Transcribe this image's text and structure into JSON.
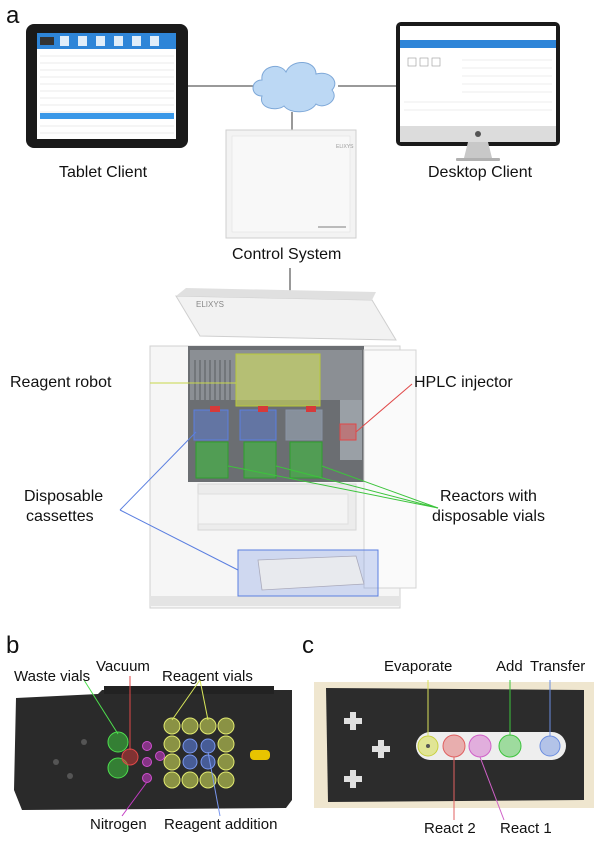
{
  "panels": {
    "a": "a",
    "b": "b",
    "c": "c"
  },
  "panel_a": {
    "tablet_label": "Tablet Client",
    "desktop_label": "Desktop Client",
    "control_label": "Control System",
    "reagent_robot": "Reagent robot",
    "hplc_injector": "HPLC injector",
    "disposable_cassettes_1": "Disposable",
    "disposable_cassettes_2": "cassettes",
    "reactors_1": "Reactors with",
    "reactors_2": "disposable vials",
    "brand": "ELIXYS"
  },
  "panel_b": {
    "vacuum": "Vacuum",
    "waste_vials": "Waste vials",
    "reagent_vials": "Reagent vials",
    "nitrogen": "Nitrogen",
    "reagent_addition": "Reagent addition"
  },
  "panel_c": {
    "evaporate": "Evaporate",
    "add": "Add",
    "transfer": "Transfer",
    "react2": "React 2",
    "react1": "React 1"
  },
  "colors": {
    "robot_yellow": "#d9e85a",
    "hplc_red": "#e04848",
    "cassette_blue": "#5b7fe0",
    "reactor_green": "#3cc43c",
    "vacuum_red": "#d63a3a",
    "nitrogen_magenta": "#c33cc3",
    "evaporate_yellow": "#d8e05a",
    "react1_magenta": "#d060c8",
    "react2_red": "#e06060",
    "transfer_blue": "#6a8de0",
    "cloud": "#bcd8f4"
  }
}
